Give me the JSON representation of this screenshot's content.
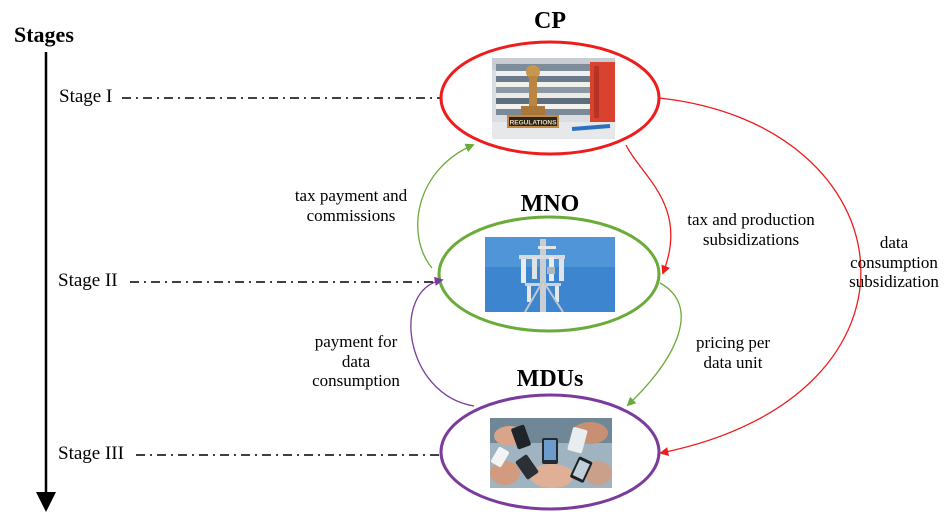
{
  "axis": {
    "title": "Stages"
  },
  "stages": [
    {
      "label": "Stage I"
    },
    {
      "label": "Stage II"
    },
    {
      "label": "Stage III"
    }
  ],
  "entities": {
    "cp": {
      "title": "CP",
      "color": "#ee1c1c"
    },
    "mno": {
      "title": "MNO",
      "color": "#6aab3a"
    },
    "mdu": {
      "title": "MDUs",
      "color": "#7a3b9c"
    }
  },
  "images": {
    "cp_stamp_text": "REGULATIONS"
  },
  "flows": {
    "tax_payment": [
      "tax payment and",
      "commissions"
    ],
    "tax_subsidy": [
      "tax and production",
      "subsidizations"
    ],
    "data_subsidy": [
      "data",
      "consumption",
      "subsidization"
    ],
    "payment_data": [
      "payment for",
      "data",
      "consumption"
    ],
    "pricing": [
      "pricing per",
      "data unit"
    ]
  }
}
